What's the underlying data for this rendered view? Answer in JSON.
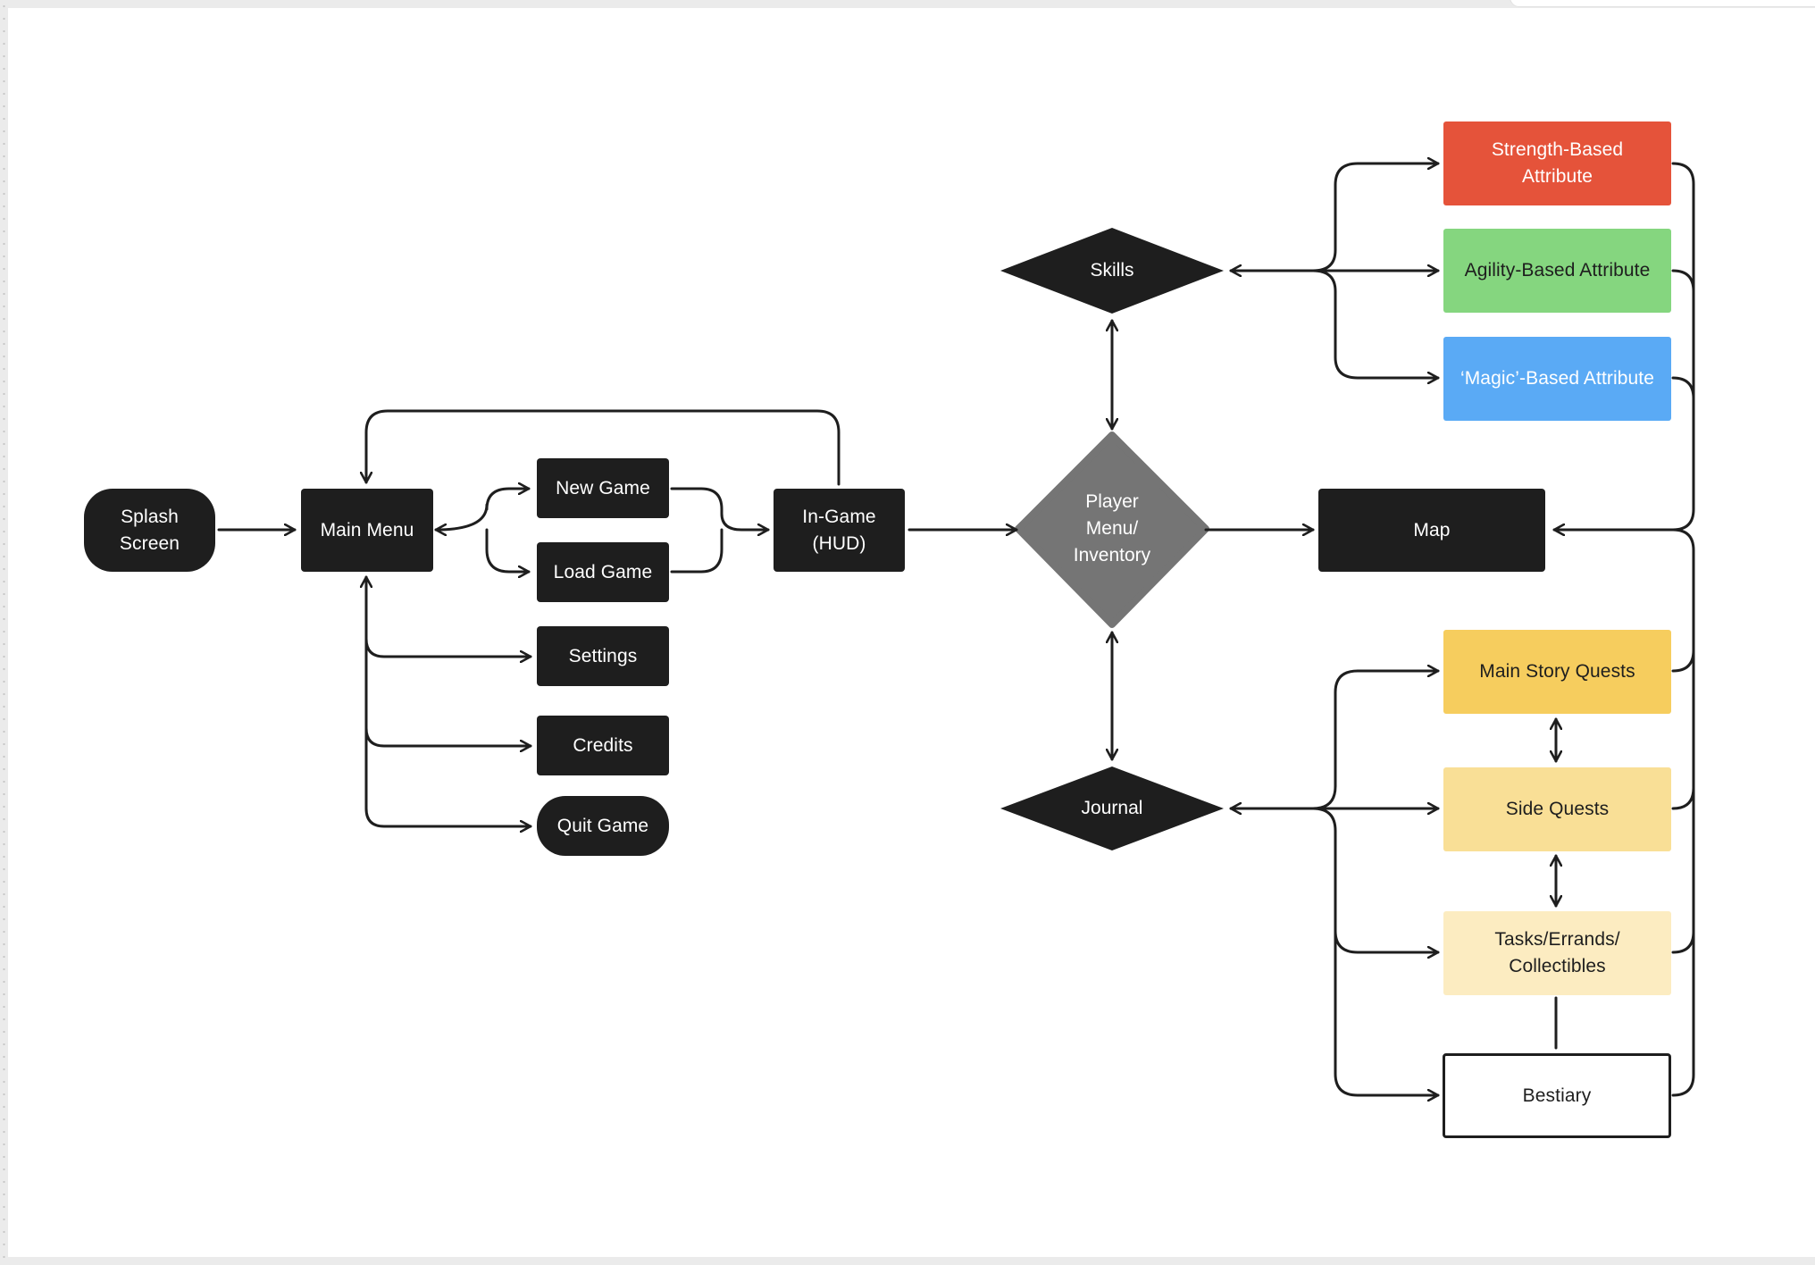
{
  "colors": {
    "dark_node": "#1e1e1e",
    "player_menu": "#757575",
    "strength": "#e5533a",
    "agility": "#85d67f",
    "magic": "#5aaaf5",
    "main_story": "#f6cd5e",
    "side_quests": "#f9df96",
    "tasks": "#fcecc1",
    "connector": "#1e1e1e"
  },
  "nodes": {
    "splash": "Splash\nScreen",
    "main_menu": "Main Menu",
    "new_game": "New Game",
    "load_game": "Load Game",
    "settings": "Settings",
    "credits": "Credits",
    "quit_game": "Quit Game",
    "in_game": "In-Game\n(HUD)",
    "player_menu": "Player\nMenu/\nInventory",
    "skills": "Skills",
    "journal": "Journal",
    "map": "Map",
    "strength": "Strength-Based\nAttribute",
    "agility": "Agility-Based Attribute",
    "magic": "‘Magic’-Based Attribute",
    "main_story": "Main Story Quests",
    "side_quests": "Side Quests",
    "tasks": "Tasks/Errands/\nCollectibles",
    "bestiary": "Bestiary"
  }
}
